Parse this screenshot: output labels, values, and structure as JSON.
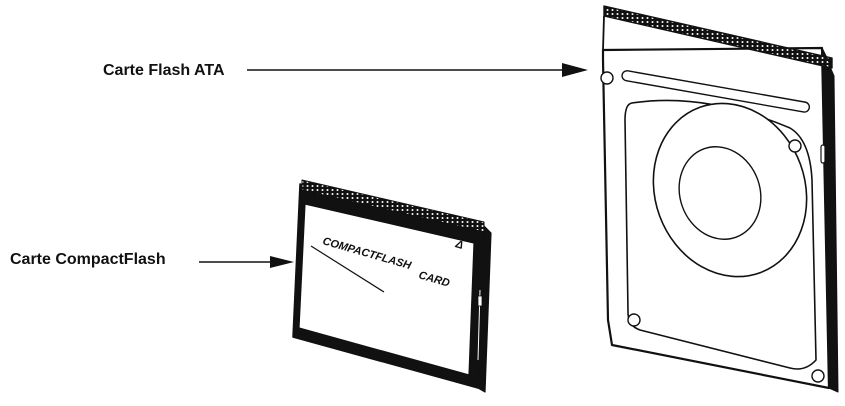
{
  "labels": {
    "ata_card": "Carte Flash ATA",
    "compactflash_card": "Carte CompactFlash"
  },
  "card_print": {
    "compactflash": "COMPACTFLASH",
    "card": "CARD",
    "pin1_mark": "Δ"
  },
  "colors": {
    "ink": "#111111",
    "paper": "#ffffff"
  }
}
